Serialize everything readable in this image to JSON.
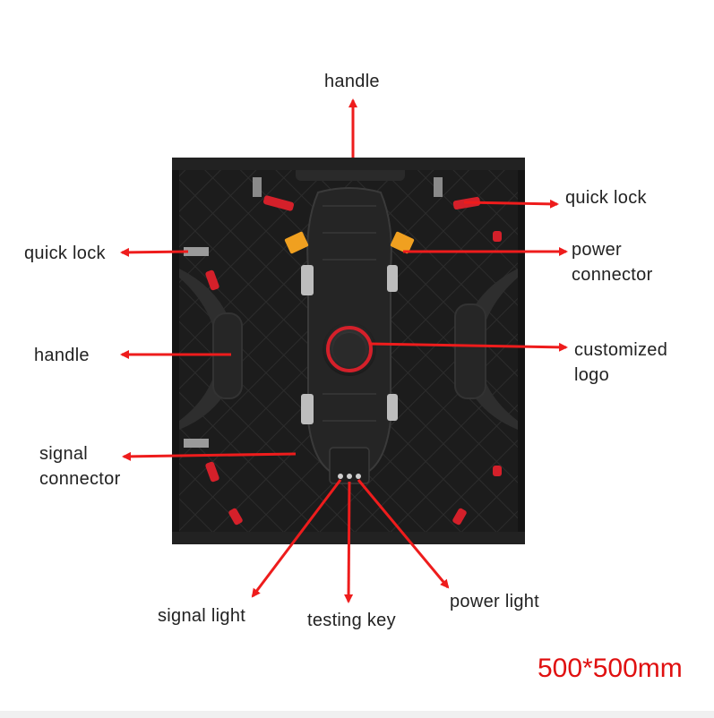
{
  "labels": {
    "handle_top": "handle",
    "quick_lock_right": "quick lock",
    "quick_lock_left": "quick lock",
    "power_connector_line1": "power",
    "power_connector_line2": "connector",
    "handle_left": "handle",
    "customized_logo_line1": "customized",
    "customized_logo_line2": "logo",
    "signal_connector_line1": "signal",
    "signal_connector_line2": "connector",
    "signal_light": "signal light",
    "testing_key": "testing key",
    "power_light": "power light"
  },
  "dimension": "500*500mm",
  "colors": {
    "arrow": "#ee1c1c",
    "panel": "#1a1a1a",
    "accent_red": "#d4202a",
    "connector_yellow": "#f0a020"
  }
}
